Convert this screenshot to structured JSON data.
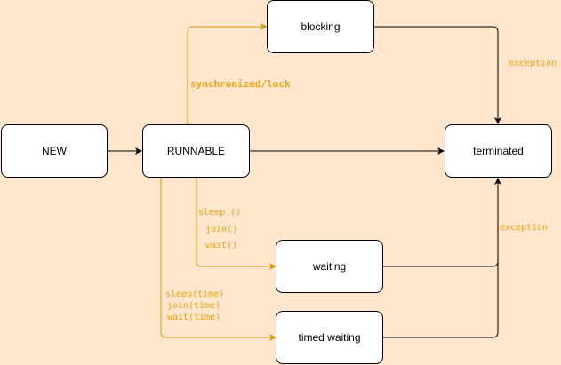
{
  "colors": {
    "background": "#ffe6cc",
    "edge_black": "#000000",
    "edge_orange": "#d79b00",
    "label_orange": "#f0a30a"
  },
  "nodes": {
    "new": "NEW",
    "runnable": "RUNNABLE",
    "blocking": "blocking",
    "terminated": "terminated",
    "waiting": "waiting",
    "timed_waiting": "timed waiting"
  },
  "labels": {
    "synchronized": "synchronized/lock",
    "exception_top": "exception",
    "exception_bottom": "exception",
    "sleep": "sleep ()",
    "join": "join()",
    "wait": "wait()",
    "sleep_time": "sleep(time)",
    "join_time": "join(time)",
    "wait_time": "wait(time)"
  }
}
